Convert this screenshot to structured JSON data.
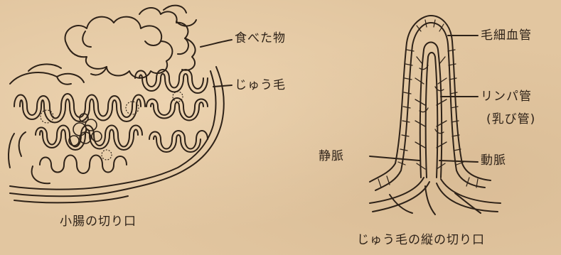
{
  "left_figure": {
    "label_food": "食べた物",
    "label_villi": "じゅう毛",
    "caption": "小腸の切り口"
  },
  "right_figure": {
    "label_capillary": "毛細血管",
    "label_lymph": "リンパ管",
    "label_lacteal": "(乳び管)",
    "label_vein": "静脈",
    "label_artery": "動脈",
    "caption": "じゅう毛の縦の切り口"
  },
  "colors": {
    "paper": "#e2c6a0",
    "ink": "#2e2218"
  }
}
